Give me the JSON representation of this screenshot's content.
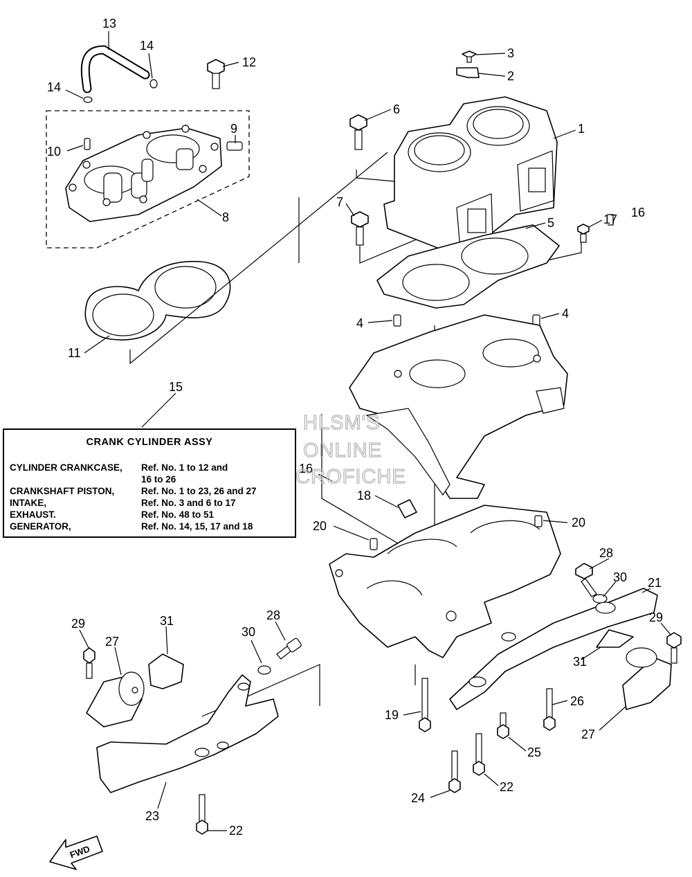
{
  "callouts": {
    "c1": "1",
    "c2": "2",
    "c3": "3",
    "c4a": "4",
    "c4b": "4",
    "c5": "5",
    "c6": "6",
    "c7": "7",
    "c8": "8",
    "c9": "9",
    "c10": "10",
    "c11": "11",
    "c12": "12",
    "c13": "13",
    "c14a": "14",
    "c14b": "14",
    "c15": "15",
    "c16a": "16",
    "c16b": "16",
    "c17": "17",
    "c18": "18",
    "c19": "19",
    "c20a": "20",
    "c20b": "20",
    "c21": "21",
    "c22a": "22",
    "c22b": "22",
    "c23": "23",
    "c24": "24",
    "c25": "25",
    "c26": "26",
    "c27a": "27",
    "c27b": "27",
    "c28a": "28",
    "c28b": "28",
    "c29a": "29",
    "c29b": "29",
    "c30a": "30",
    "c30b": "30",
    "c31a": "31",
    "c31b": "31"
  },
  "watermark": [
    "HLSM'S",
    "ONLINE",
    "MICROFICHE"
  ],
  "info_box": {
    "title": "CRANK CYLINDER ASSY",
    "rows": [
      {
        "label": "CYLINDER CRANKCASE,",
        "value": "Ref. No. 1 to 12 and"
      },
      {
        "label": "",
        "value": "16 to 26"
      },
      {
        "label": "CRANKSHAFT PISTON,",
        "value": "Ref. No. 1 to 23, 26 and 27"
      },
      {
        "label": "INTAKE,",
        "value": "Ref. No. 3 and 6 to 17"
      },
      {
        "label": "EXHAUST.",
        "value": "Ref. No. 48 to 51"
      },
      {
        "label": "GENERATOR,",
        "value": "Ref. No. 14, 15, 17 and 18"
      }
    ]
  },
  "fwd_label": "FWD"
}
